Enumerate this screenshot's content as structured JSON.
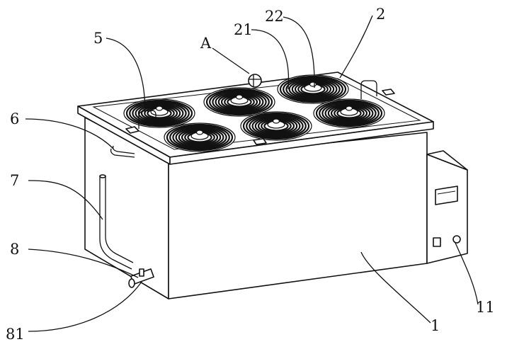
{
  "labels": {
    "l5": "5",
    "lA": "A",
    "l21": "21",
    "l22": "22",
    "l2": "2",
    "l6": "6",
    "l7": "7",
    "l8": "8",
    "l81": "81",
    "l11": "11",
    "l1": "1"
  },
  "colors": {
    "stroke": "#111111",
    "background": "#ffffff"
  }
}
